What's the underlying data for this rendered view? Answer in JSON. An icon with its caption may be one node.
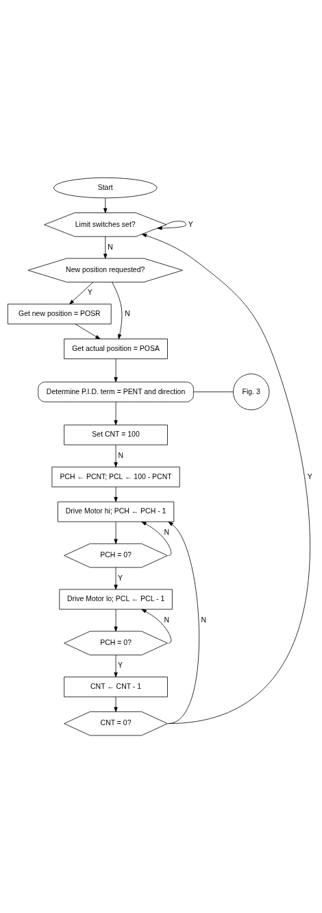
{
  "diagram": {
    "nodes": [
      {
        "text": [
          "Start"
        ]
      },
      {
        "text": [
          "Limit switches set?"
        ]
      },
      {
        "text": [
          "New position requested?"
        ]
      },
      {
        "text": [
          "Get new position = POSR"
        ]
      },
      {
        "text": [
          "Get actual position = POSA"
        ]
      },
      {
        "text": [
          "Determine P.I.D. term = PENT and direction"
        ]
      },
      {
        "text": [
          "Fig. 3"
        ]
      },
      {
        "text": [
          "Set CNT = 100"
        ]
      },
      {
        "text": [
          "PCH ← PCNT; PCL ← 100 - PCNT"
        ]
      },
      {
        "text": [
          "Drive Motor hi; PCH ← PCH - 1"
        ]
      },
      {
        "text": [
          "PCH = 0?"
        ]
      },
      {
        "text": [
          "Drive Motor lo; PCL ← PCL - 1"
        ]
      },
      {
        "text": [
          "PCH = 0?"
        ]
      },
      {
        "text": [
          "CNT ← CNT - 1"
        ]
      },
      {
        "text": [
          "CNT = 0?"
        ]
      }
    ],
    "edges": [
      {
        "from": 0,
        "to": 1,
        "arrow": "to"
      },
      {
        "from": 1,
        "to": 1,
        "arrow": "to",
        "label": "Y"
      },
      {
        "from": 1,
        "to": 2,
        "arrow": "to",
        "label": "N"
      },
      {
        "from": 2,
        "to": 3,
        "arrow": "to",
        "label": "Y"
      },
      {
        "from": 2,
        "to": 4,
        "arrow": "to",
        "label": "N"
      },
      {
        "from": 3,
        "to": 4,
        "arrow": "to"
      },
      {
        "from": 4,
        "to": 5,
        "arrow": "to"
      },
      {
        "from": 5,
        "to": 6,
        "arrow": "none"
      },
      {
        "from": 5,
        "to": 7,
        "arrow": "to"
      },
      {
        "from": 7,
        "to": 8,
        "arrow": "to",
        "label": "N"
      },
      {
        "from": 8,
        "to": 9,
        "arrow": "to"
      },
      {
        "from": 9,
        "to": 10,
        "arrow": "to"
      },
      {
        "from": 10,
        "to": 11,
        "arrow": "to",
        "label": "Y"
      },
      {
        "from": 10,
        "to": 9,
        "arrow": "to",
        "label": "N"
      },
      {
        "from": 11,
        "to": 12,
        "arrow": "to"
      },
      {
        "from": 12,
        "to": 11,
        "arrow": "to",
        "label": "N"
      },
      {
        "from": 12,
        "to": 13,
        "arrow": "to",
        "label": "Y"
      },
      {
        "from": 13,
        "to": 14,
        "arrow": "to"
      },
      {
        "from": 14,
        "to": 9,
        "arrow": "to",
        "label": "N"
      },
      {
        "from": 14,
        "to": 1,
        "arrow": "to",
        "label": "Y"
      }
    ]
  }
}
